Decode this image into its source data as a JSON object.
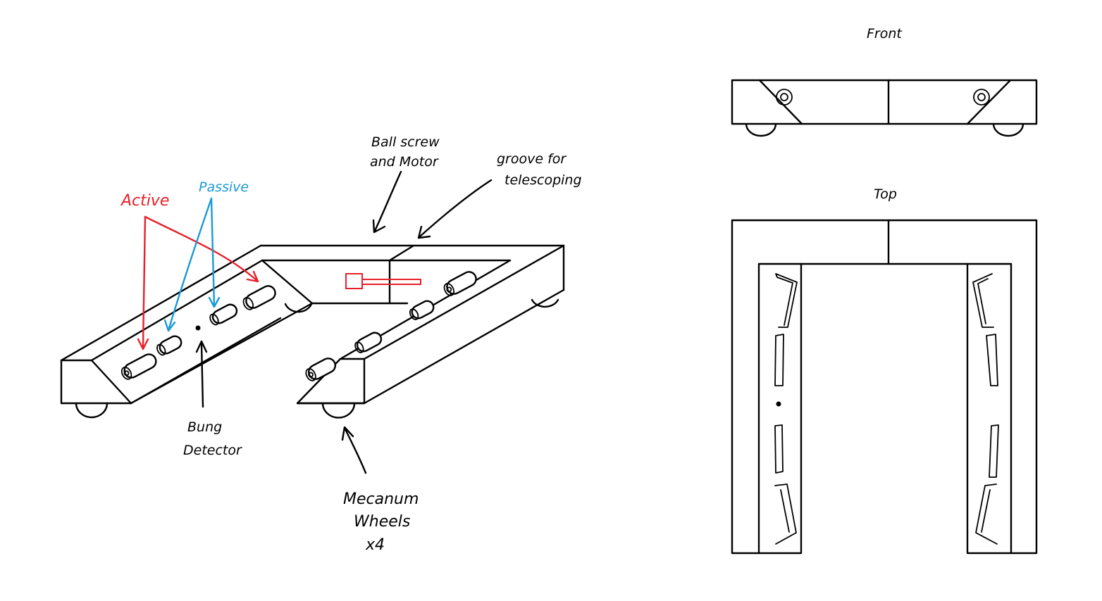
{
  "labels": {
    "front_view": "Front",
    "top_view": "Top",
    "active": "Active",
    "passive": "Passive",
    "ball_screw_line1": "Ball screw",
    "ball_screw_line2": "and Motor",
    "groove_line1": "groove for",
    "groove_line2": "telescoping",
    "bung_line1": "Bung",
    "bung_line2": "Detector",
    "mecanum_line1": "Mecanum",
    "mecanum_line2": "Wheels",
    "mecanum_line3": "x4"
  },
  "colors": {
    "ink": "#000000",
    "active": "#e8202a",
    "passive": "#1a9ad6"
  }
}
